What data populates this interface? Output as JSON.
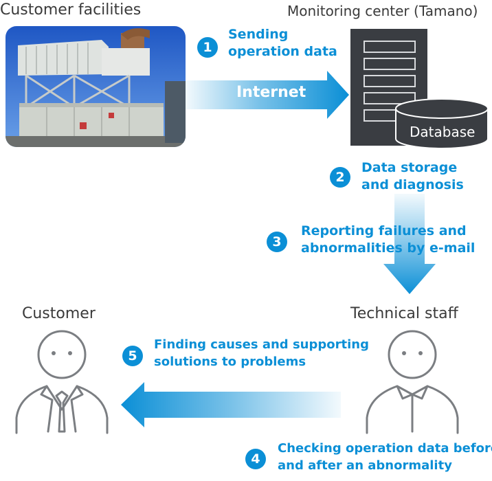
{
  "titles": {
    "customer_facilities": "Customer facilities",
    "monitoring_center": "Monitoring center (Tamano)",
    "customer": "Customer",
    "technical_staff": "Technical staff"
  },
  "steps": [
    {
      "number": "1",
      "text_line1": "Sending",
      "text_line2": "operation data"
    },
    {
      "number": "2",
      "text_line1": "Data storage",
      "text_line2": "and diagnosis"
    },
    {
      "number": "3",
      "text_line1": "Reporting failures and",
      "text_line2": "abnormalities by e-mail"
    },
    {
      "number": "4",
      "text_line1": "Checking operation data before",
      "text_line2": "and after an abnormality"
    },
    {
      "number": "5",
      "text_line1": "Finding causes and supporting",
      "text_line2": "solutions to problems"
    }
  ],
  "labels": {
    "internet": "Internet",
    "database": "Database"
  },
  "colors": {
    "accent": "#0b8fd6",
    "server": "#3a3d42",
    "text": "#3a3a3a"
  },
  "icons": {
    "server": "server-icon",
    "database": "database-icon",
    "customer": "person-suit-icon",
    "staff": "person-shirt-icon"
  }
}
